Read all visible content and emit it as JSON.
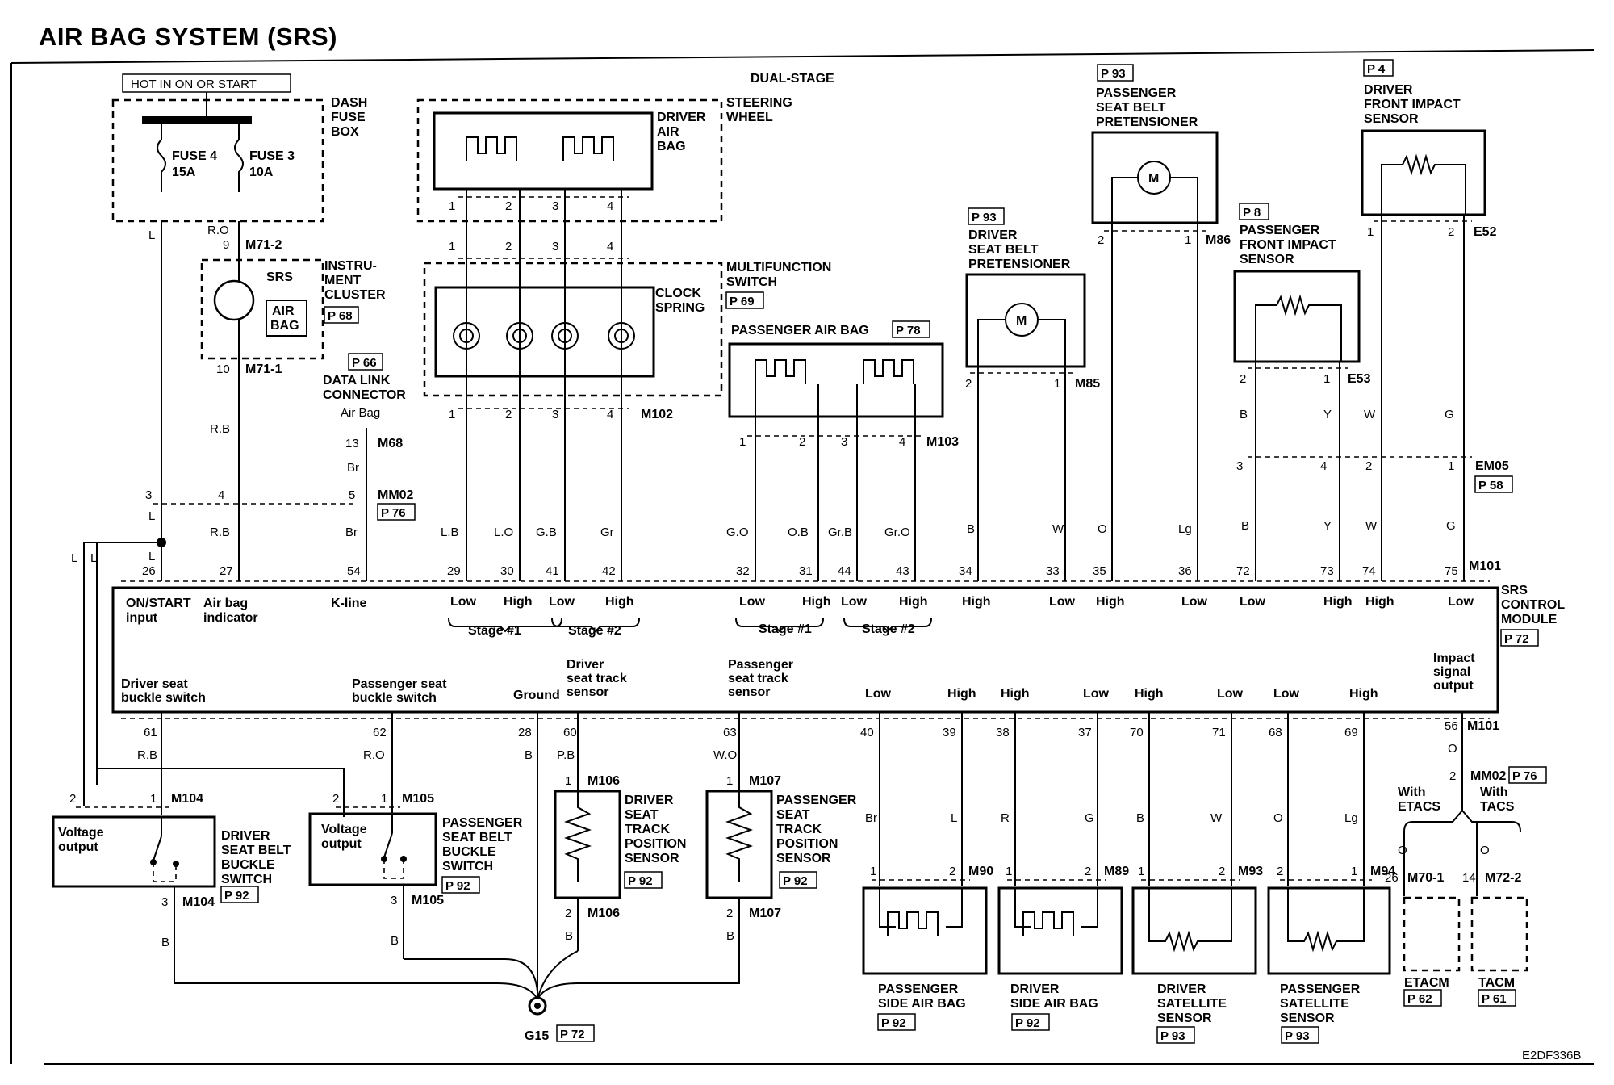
{
  "title": "AIR BAG SYSTEM (SRS)",
  "header": "DUAL-STAGE",
  "footer_code": "E2DF336B",
  "components": {
    "dash_fuse_box": {
      "lines": [
        "DASH",
        "FUSE",
        "BOX"
      ],
      "hot": "HOT IN ON OR START",
      "fuse4": [
        "FUSE 4",
        "15A"
      ],
      "fuse3": [
        "FUSE 3",
        "10A"
      ]
    },
    "instrument_cluster": {
      "lines": [
        "INSTRU-",
        "MENT",
        "CLUSTER"
      ],
      "ref": "P 68",
      "srs": "SRS",
      "airbag": [
        "AIR",
        "BAG"
      ],
      "pin9": "9",
      "pin10": "10",
      "conn_top": "M71-2",
      "conn_bot": "M71-1"
    },
    "data_link": {
      "ref": "P 66",
      "lines": [
        "DATA LINK",
        "CONNECTOR"
      ],
      "sub": "Air Bag",
      "pin": "13",
      "conn": "M68"
    },
    "steering_wheel": {
      "lines": [
        "STEERING",
        "WHEEL"
      ],
      "airbag": [
        "DRIVER",
        "AIR",
        "BAG"
      ]
    },
    "multifunction": {
      "lines": [
        "MULTIFUNCTION",
        "SWITCH"
      ],
      "ref": "P 69",
      "clock": [
        "CLOCK",
        "SPRING"
      ],
      "conn": "M102"
    },
    "passenger_airbag": {
      "label": "PASSENGER AIR BAG",
      "ref": "P 78",
      "conn": "M103"
    },
    "driver_pretensioner": {
      "ref": "P 93",
      "lines": [
        "DRIVER",
        "SEAT BELT",
        "PRETENSIONER"
      ],
      "conn": "M85"
    },
    "passenger_pretensioner": {
      "ref": "P 93",
      "lines": [
        "PASSENGER",
        "SEAT BELT",
        "PRETENSIONER"
      ],
      "conn": "M86"
    },
    "passenger_front_sensor": {
      "ref": "P 8",
      "lines": [
        "PASSENGER",
        "FRONT IMPACT",
        "SENSOR"
      ],
      "conn": "E53"
    },
    "driver_front_sensor": {
      "ref": "P 4",
      "lines": [
        "DRIVER",
        "FRONT IMPACT",
        "SENSOR"
      ],
      "conn": "E52"
    },
    "em05": {
      "conn": "EM05",
      "ref": "P 58"
    },
    "mm02_top": {
      "conn": "MM02",
      "ref": "P 76"
    },
    "srs_module": {
      "lines": [
        "SRS",
        "CONTROL",
        "MODULE"
      ],
      "ref": "P 72",
      "conn": "M101"
    },
    "driver_buckle": {
      "lines": [
        "DRIVER",
        "SEAT BELT",
        "BUCKLE",
        "SWITCH"
      ],
      "ref": "P 92",
      "conn": "M104",
      "inner": [
        "Voltage",
        "output"
      ]
    },
    "passenger_buckle": {
      "lines": [
        "PASSENGER",
        "SEAT BELT",
        "BUCKLE",
        "SWITCH"
      ],
      "ref": "P 92",
      "conn": "M105",
      "inner": [
        "Voltage",
        "output"
      ]
    },
    "driver_track": {
      "lines": [
        "DRIVER",
        "SEAT",
        "TRACK",
        "POSITION",
        "SENSOR"
      ],
      "ref": "P 92",
      "conn": "M106"
    },
    "passenger_track": {
      "lines": [
        "PASSENGER",
        "SEAT",
        "TRACK",
        "POSITION",
        "SENSOR"
      ],
      "ref": "P 92",
      "conn": "M107"
    },
    "pass_side_airbag": {
      "lines": [
        "PASSENGER",
        "SIDE AIR BAG"
      ],
      "ref": "P 92",
      "conn": "M90"
    },
    "drv_side_airbag": {
      "lines": [
        "DRIVER",
        "SIDE AIR BAG"
      ],
      "ref": "P 92",
      "conn": "M89"
    },
    "drv_satellite": {
      "lines": [
        "DRIVER",
        "SATELLITE",
        "SENSOR"
      ],
      "ref": "P 93",
      "conn": "M93"
    },
    "pass_satellite": {
      "lines": [
        "PASSENGER",
        "SATELLITE",
        "SENSOR"
      ],
      "ref": "P 93",
      "conn": "M94"
    },
    "etacm": {
      "label": "ETACM",
      "ref": "P 62",
      "pin": "26",
      "conn": "M70-1",
      "with": [
        "With",
        "ETACS"
      ]
    },
    "tacm": {
      "label": "TACM",
      "ref": "P 61",
      "pin": "14",
      "conn": "M72-2",
      "with": [
        "With",
        "TACS"
      ]
    },
    "mm02_bot": {
      "pin": "2",
      "conn": "MM02",
      "ref": "P 76",
      "conn56": "M101"
    },
    "ground": {
      "label": "G15",
      "ref": "P 72"
    }
  },
  "module_top_pins": [
    {
      "pin": "26",
      "label": "ON/START input"
    },
    {
      "pin": "27",
      "label": "Air bag indicator"
    },
    {
      "pin": "54",
      "label": "K-line"
    },
    {
      "pin": "29",
      "label": "Low"
    },
    {
      "pin": "30",
      "label": "High"
    },
    {
      "pin": "41",
      "label": "Low"
    },
    {
      "pin": "42",
      "label": "High"
    },
    {
      "pin": "32",
      "label": "Low"
    },
    {
      "pin": "31",
      "label": "High"
    },
    {
      "pin": "44",
      "label": "Low"
    },
    {
      "pin": "43",
      "label": "High"
    },
    {
      "pin": "34",
      "label": "High"
    },
    {
      "pin": "33",
      "label": "Low"
    },
    {
      "pin": "35",
      "label": "High"
    },
    {
      "pin": "36",
      "label": "Low"
    },
    {
      "pin": "72",
      "label": "Low"
    },
    {
      "pin": "73",
      "label": "High"
    },
    {
      "pin": "74",
      "label": "High"
    },
    {
      "pin": "75",
      "label": "Low"
    }
  ],
  "stage_labels": [
    "Stage #1",
    "Stage #2",
    "Stage #1",
    "Stage #2"
  ],
  "module_bottom_pins": [
    {
      "pin": "61",
      "label": "Driver seat buckle switch"
    },
    {
      "pin": "62",
      "label": "Passenger seat buckle switch"
    },
    {
      "pin": "28",
      "label": "Ground"
    },
    {
      "pin": "60",
      "label": "Driver seat track sensor"
    },
    {
      "pin": "63",
      "label": "Passenger seat track sensor"
    },
    {
      "pin": "40",
      "label": "Low"
    },
    {
      "pin": "39",
      "label": "High"
    },
    {
      "pin": "38",
      "label": "High"
    },
    {
      "pin": "37",
      "label": "Low"
    },
    {
      "pin": "70",
      "label": "High"
    },
    {
      "pin": "71",
      "label": "Low"
    },
    {
      "pin": "68",
      "label": "Low"
    },
    {
      "pin": "69",
      "label": "High"
    },
    {
      "pin": "56",
      "label": "Impact signal output"
    }
  ],
  "wire_colors_top": [
    "L",
    "R.B",
    "Br",
    "L.B",
    "L.O",
    "G.B",
    "Gr",
    "G.O",
    "O.B",
    "Gr.B",
    "Gr.O",
    "B",
    "W",
    "O",
    "Lg",
    "B",
    "Y",
    "W",
    "G"
  ],
  "wire_colors_bottom": [
    "R.B",
    "R.O",
    "B",
    "P.B",
    "W.O",
    "Br",
    "L",
    "R",
    "G",
    "B",
    "W",
    "O",
    "Lg",
    "O"
  ]
}
